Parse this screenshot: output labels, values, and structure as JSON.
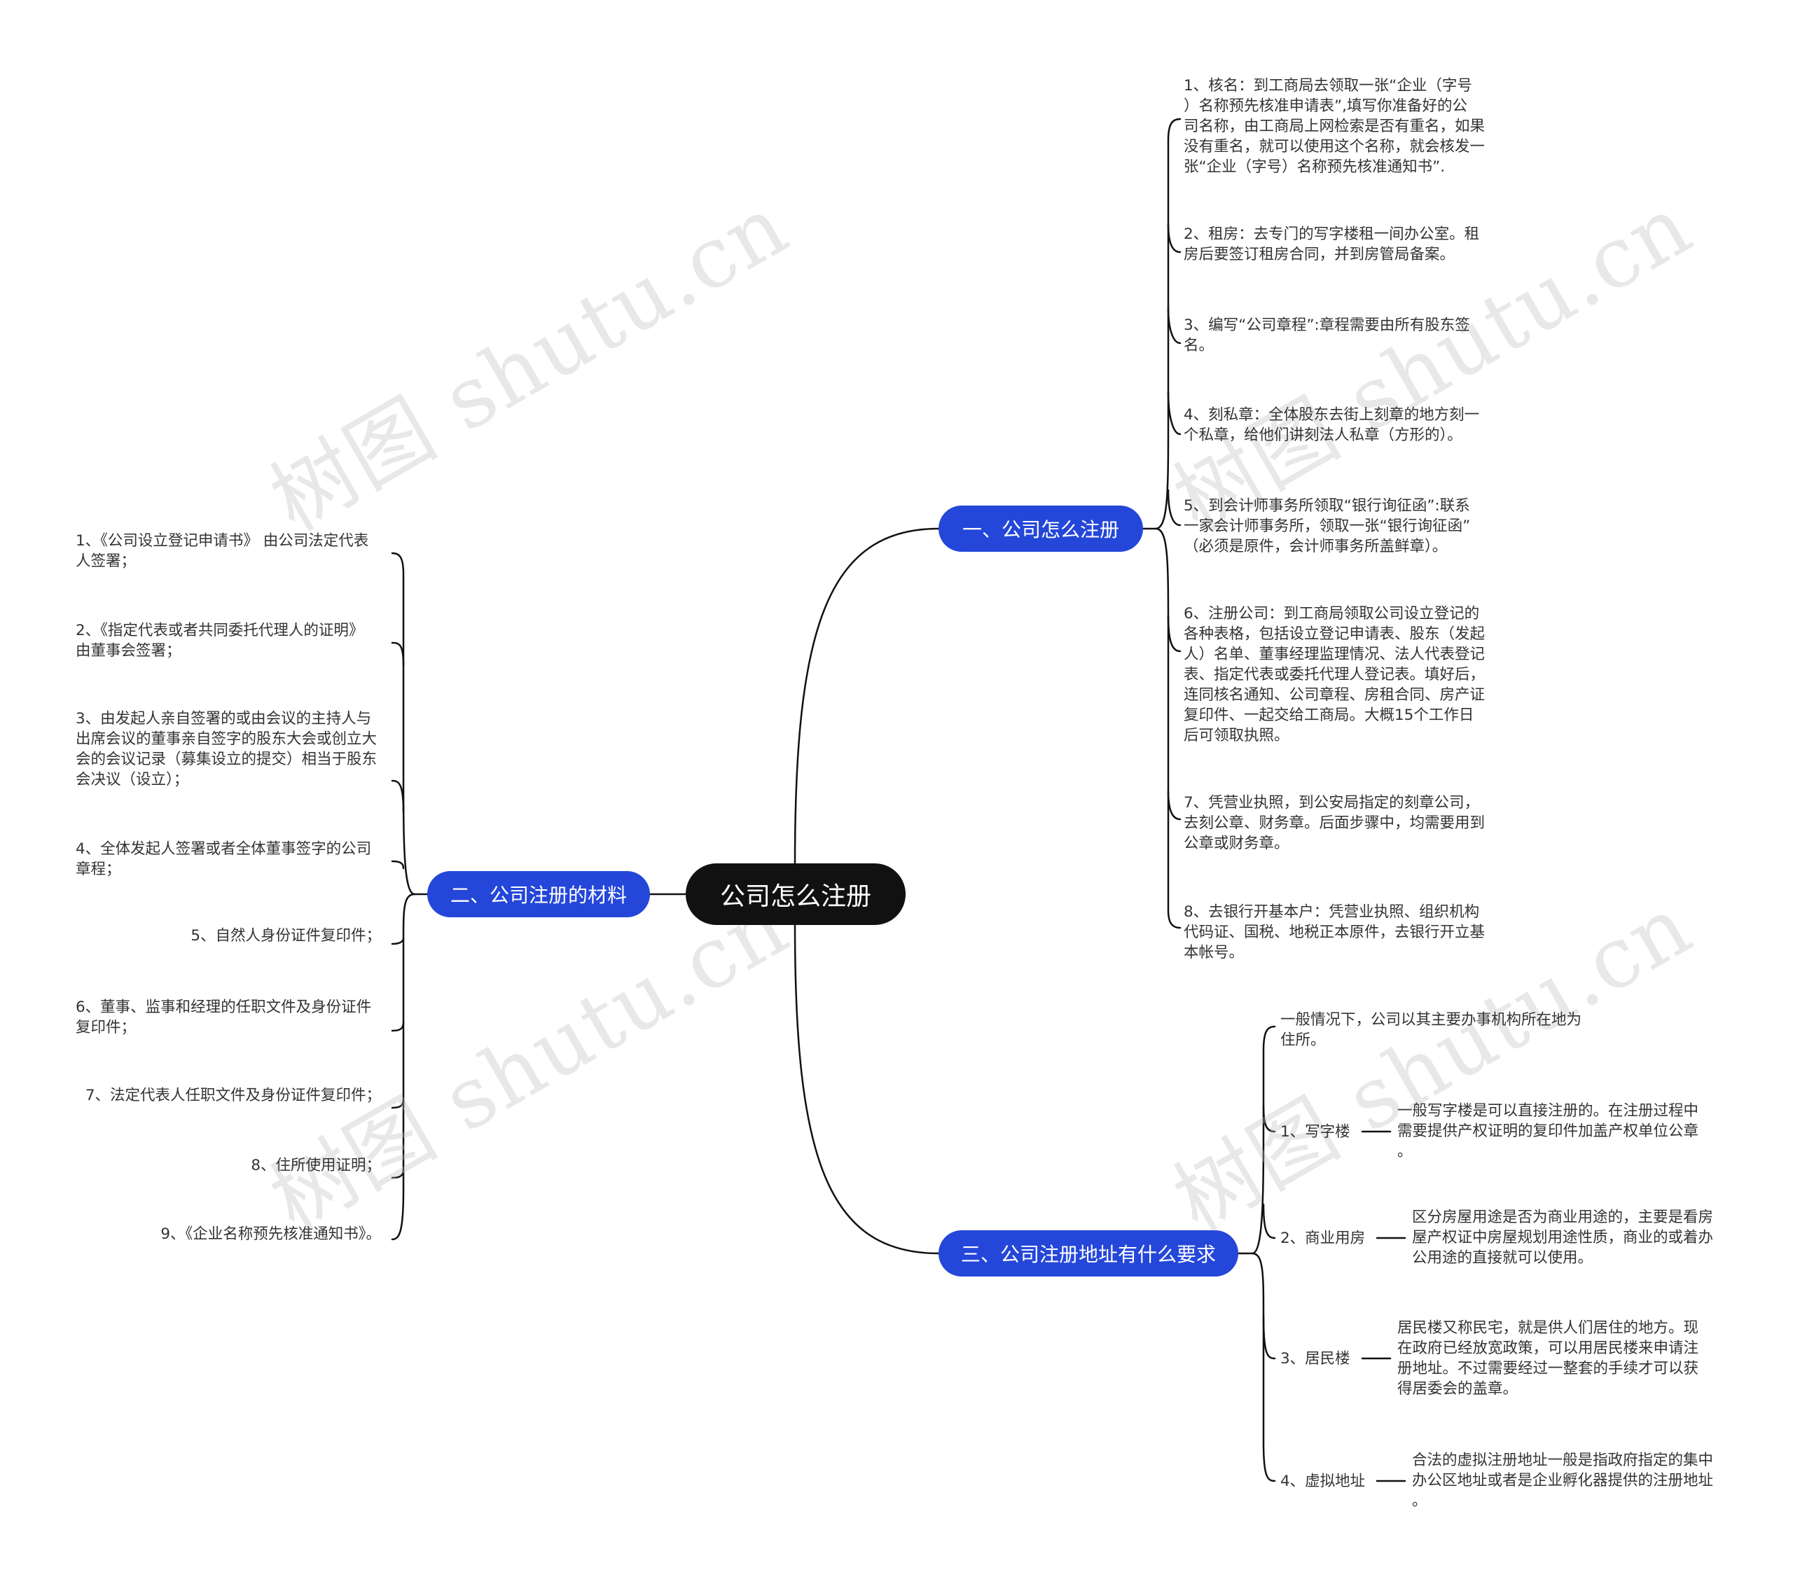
{
  "watermark": {
    "text": "树图 shutu.cn"
  },
  "colors": {
    "branch": "#2447d9",
    "root": "#111111",
    "line": "#111111"
  },
  "root": {
    "label": "公司怎么注册"
  },
  "branches": [
    {
      "label": "一、公司怎么注册",
      "items": [
        "1、核名：到工商局去领取一张“企业（字号\n）名称预先核准申请表”,填写你准备好的公\n司名称，由工商局上网检索是否有重名，如果\n没有重名，就可以使用这个名称，就会核发一\n张“企业（字号）名称预先核准通知书”.",
        "2、租房：去专门的写字楼租一间办公室。租\n房后要签订租房合同，并到房管局备案。",
        "3、编写“公司章程”:章程需要由所有股东签\n名。",
        "4、刻私章：全体股东去街上刻章的地方刻一\n个私章，给他们讲刻法人私章（方形的）。",
        "5、到会计师事务所领取“银行询征函”:联系\n一家会计师事务所，领取一张“银行询征函”\n（必须是原件，会计师事务所盖鲜章）。",
        "6、注册公司：到工商局领取公司设立登记的\n各种表格，包括设立登记申请表、股东（发起\n人）名单、董事经理监理情况、法人代表登记\n表、指定代表或委托代理人登记表。填好后，\n连同核名通知、公司章程、房租合同、房产证\n复印件、一起交给工商局。大概15个工作日\n后可领取执照。",
        "7、凭营业执照，到公安局指定的刻章公司，\n去刻公章、财务章。后面步骤中，均需要用到\n公章或财务章。",
        "8、去银行开基本户：凭营业执照、组织机构\n代码证、国税、地税正本原件，去银行开立基\n本帐号。"
      ]
    },
    {
      "label": "二、公司注册的材料",
      "items": [
        "1、《公司设立登记申请书》 由公司法定代表\n人签署；",
        "2、《指定代表或者共同委托代理人的证明》\n由董事会签署；",
        "3、由发起人亲自签署的或由会议的主持人与\n出席会议的董事亲自签字的股东大会或创立大\n会的会议记录（募集设立的提交）相当于股东\n会决议（设立）；",
        "4、全体发起人签署或者全体董事签字的公司\n章程；",
        "5、自然人身份证件复印件；",
        "6、董事、监事和经理的任职文件及身份证件\n复印件；",
        "7、法定代表人任职文件及身份证件复印件；",
        "8、住所使用证明；",
        "9、《企业名称预先核准通知书》。"
      ]
    },
    {
      "label": "三、公司注册地址有什么要求",
      "intro": "一般情况下，公司以其主要办事机构所在地为\n住所。",
      "subs": [
        {
          "label": "1、写字楼",
          "detail": "一般写字楼是可以直接注册的。在注册过程中\n需要提供产权证明的复印件加盖产权单位公章\n。"
        },
        {
          "label": "2、商业用房",
          "detail": "区分房屋用途是否为商业用途的，主要是看房\n屋产权证中房屋规划用途性质，商业的或着办\n公用途的直接就可以使用。"
        },
        {
          "label": "3、居民楼",
          "detail": "居民楼又称民宅，就是供人们居住的地方。现\n在政府已经放宽政策，可以用居民楼来申请注\n册地址。不过需要经过一整套的手续才可以获\n得居委会的盖章。"
        },
        {
          "label": "4、虚拟地址",
          "detail": "合法的虚拟注册地址一般是指政府指定的集中\n办公区地址或者是企业孵化器提供的注册地址\n。"
        }
      ]
    }
  ]
}
